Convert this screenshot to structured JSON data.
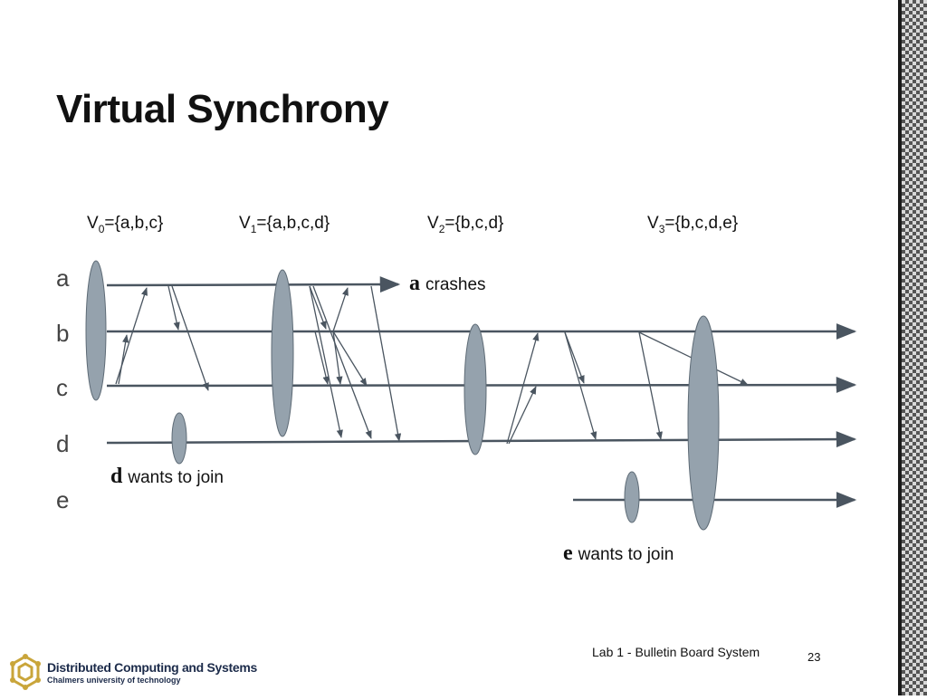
{
  "title": "Virtual Synchrony",
  "views": [
    {
      "name": "V",
      "sub": "0",
      "members": "={a,b,c}"
    },
    {
      "name": "V",
      "sub": "1",
      "members": "={a,b,c,d}"
    },
    {
      "name": "V",
      "sub": "2",
      "members": "={b,c,d}"
    },
    {
      "name": "V",
      "sub": "3",
      "members": "={b,c,d,e}"
    }
  ],
  "processes": [
    "a",
    "b",
    "c",
    "d",
    "e"
  ],
  "notes": {
    "a_crash": {
      "proc": "a",
      "text": "crashes"
    },
    "d_join": {
      "proc": "d",
      "text": "wants to join"
    },
    "e_join": {
      "proc": "e",
      "text": "wants to join"
    }
  },
  "footer": {
    "course": "Lab 1 - Bulletin Board System",
    "page": "23",
    "org_name": "Distributed Computing and Systems",
    "org_sub": "Chalmers university of technology"
  },
  "colors": {
    "line": "#4a5560",
    "ellipse_fill": "#95a2ad",
    "ellipse_stroke": "#5e6b76",
    "logo": "#c9a53a"
  }
}
